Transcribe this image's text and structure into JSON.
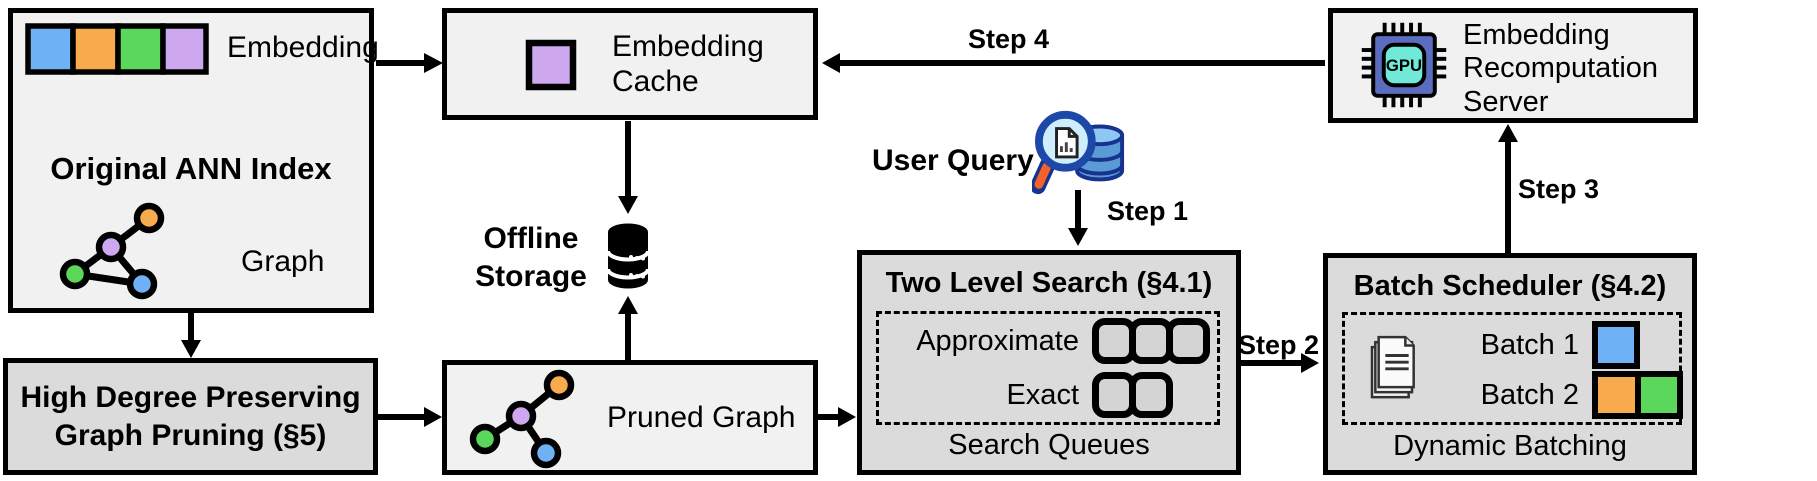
{
  "palette": {
    "blue": "#6EB1F5",
    "orange": "#F8AB4D",
    "green": "#5BD75B",
    "purple": "#CDA8EE",
    "box_light": "#F1F1F1",
    "box_dark": "#DBDBDB",
    "queue_slot_gray": "#D4D4D4",
    "gpu_chip_body": "#5B6DBE",
    "gpu_chip_core": "#71E9D9",
    "query_db_fill": "#5B9BD5",
    "query_db_top": "#8EC8F2",
    "query_db_outline": "#16338F",
    "query_lens_fill": "#CFEEFB",
    "query_handle_orange": "#F4622A"
  },
  "ann_index": {
    "title": "Original ANN Index",
    "embedding_label": "Embedding",
    "graph_label": "Graph"
  },
  "embedding_cache": {
    "label": "Embedding\nCache"
  },
  "offline_storage": {
    "label": "Offline\nStorage"
  },
  "recompute_server": {
    "label": "Embedding\nRecomputation\nServer",
    "gpu_icon_text": "GPU"
  },
  "user_query": {
    "label": "User Query"
  },
  "graph_pruning": {
    "label": "High Degree Preserving\nGraph Pruning (§5)"
  },
  "pruned_graph": {
    "label": "Pruned Graph"
  },
  "two_level_search": {
    "title": "Two Level Search (§4.1)",
    "row_approximate": "Approximate",
    "row_exact": "Exact",
    "approximate_slots": 3,
    "exact_slots": 2,
    "caption": "Search Queues"
  },
  "batch_scheduler": {
    "title": "Batch Scheduler (§4.2)",
    "batch1_label": "Batch 1",
    "batch2_label": "Batch 2",
    "caption": "Dynamic Batching"
  },
  "steps": {
    "step1": "Step 1",
    "step2": "Step 2",
    "step3": "Step 3",
    "step4": "Step 4"
  }
}
